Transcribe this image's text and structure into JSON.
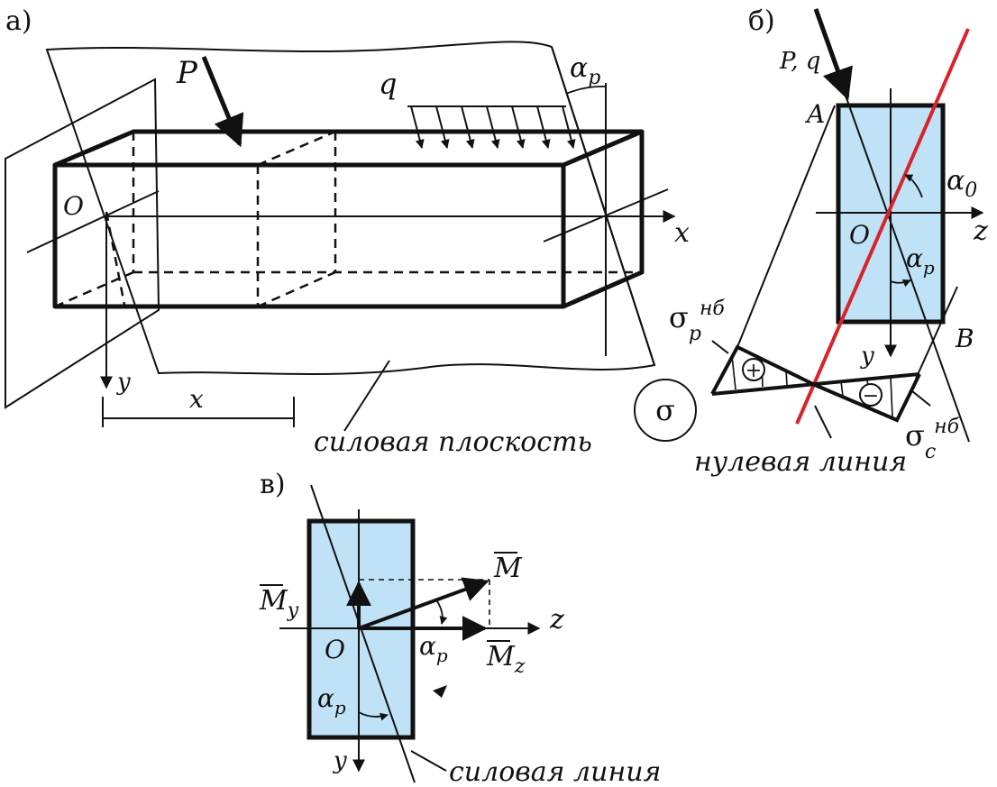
{
  "colors": {
    "line": "#111111",
    "section_fill": "#bfe2f6",
    "neutral_line": "#d8232a"
  },
  "panel_a": {
    "label": "а)",
    "P": "P",
    "q": "q",
    "alpha": "α",
    "alpha_sub": "p",
    "O": "O",
    "x_axis": "x",
    "y_axis": "y",
    "x_dim": "x",
    "sigma": "σ",
    "plane_caption": "силовая плоскость"
  },
  "panel_b": {
    "label": "б)",
    "load": "P, q",
    "A": "A",
    "B": "B",
    "O": "O",
    "z_axis": "z",
    "y_axis": "y",
    "alpha0": "α",
    "alpha0_sub": "0",
    "alpha": "α",
    "alpha_sub": "p",
    "sigma_p": "σ",
    "sigma_p_sub": "p",
    "sigma_c": "σ",
    "sigma_c_sub": "c",
    "sup": "нб",
    "plus": "+",
    "minus": "−",
    "neutral_caption": "нулевая линия"
  },
  "panel_c": {
    "label": "в)",
    "M": "M",
    "My": "M",
    "My_sub": "y",
    "Mz": "M",
    "Mz_sub": "z",
    "O": "O",
    "z_axis": "z",
    "y_axis": "y",
    "alpha": "α",
    "alpha_sub": "p",
    "alpha2": "α",
    "alpha2_sub": "p",
    "line_caption": "силовая линия"
  }
}
